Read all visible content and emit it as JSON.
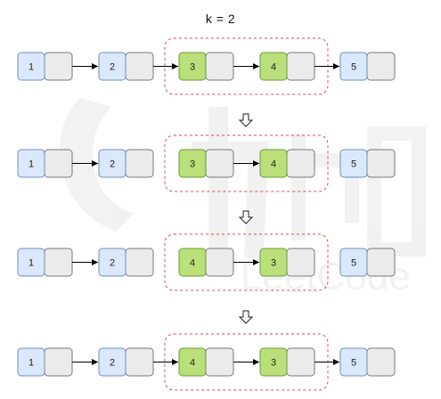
{
  "title": "k = 2",
  "colors": {
    "blue_fill": "#dae8fc",
    "blue_stroke": "#6c8ebf",
    "green_fill": "#b9e07a",
    "green_stroke": "#6a9a3a",
    "next_fill": "#ebebeb",
    "next_stroke": "#777777",
    "group_border": "#e04848",
    "arrow": "#000000"
  },
  "rows": [
    {
      "nodes": [
        {
          "value": "1",
          "color": "blue"
        },
        {
          "value": "2",
          "color": "blue"
        },
        {
          "value": "3",
          "color": "green"
        },
        {
          "value": "4",
          "color": "green"
        },
        {
          "value": "5",
          "color": "blue"
        }
      ],
      "links": [
        true,
        true,
        true,
        true
      ]
    },
    {
      "nodes": [
        {
          "value": "1",
          "color": "blue"
        },
        {
          "value": "2",
          "color": "blue"
        },
        {
          "value": "3",
          "color": "green"
        },
        {
          "value": "4",
          "color": "green"
        },
        {
          "value": "5",
          "color": "blue"
        }
      ],
      "links": [
        true,
        false,
        true,
        false
      ]
    },
    {
      "nodes": [
        {
          "value": "1",
          "color": "blue"
        },
        {
          "value": "2",
          "color": "blue"
        },
        {
          "value": "4",
          "color": "green"
        },
        {
          "value": "3",
          "color": "green"
        },
        {
          "value": "5",
          "color": "blue"
        }
      ],
      "links": [
        true,
        false,
        true,
        false
      ]
    },
    {
      "nodes": [
        {
          "value": "1",
          "color": "blue"
        },
        {
          "value": "2",
          "color": "blue"
        },
        {
          "value": "4",
          "color": "green"
        },
        {
          "value": "3",
          "color": "green"
        },
        {
          "value": "5",
          "color": "blue"
        }
      ],
      "links": [
        true,
        true,
        true,
        true
      ]
    }
  ],
  "watermark": "LeetCode"
}
